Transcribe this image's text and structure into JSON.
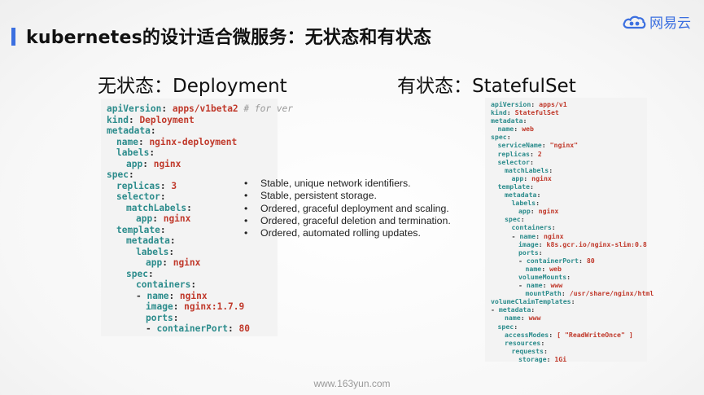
{
  "slide": {
    "title": "kubernetes的设计适合微服务：无状态和有状态",
    "logo_text": "网易云",
    "left_heading": "无状态：Deployment",
    "right_heading": "有状态：StatefulSet",
    "footer": "www.163yun.com"
  },
  "deployment_yaml": [
    {
      "indent": 0,
      "key": "apiVersion",
      "value": "apps/v1beta2",
      "comment": "# for ver"
    },
    {
      "indent": 0,
      "key": "kind",
      "value": "Deployment"
    },
    {
      "indent": 0,
      "key": "metadata",
      "value": ""
    },
    {
      "indent": 1,
      "key": "name",
      "value": "nginx-deployment"
    },
    {
      "indent": 1,
      "key": "labels",
      "value": ""
    },
    {
      "indent": 2,
      "key": "app",
      "value": "nginx"
    },
    {
      "indent": 0,
      "key": "spec",
      "value": ""
    },
    {
      "indent": 1,
      "key": "replicas",
      "value": "3"
    },
    {
      "indent": 1,
      "key": "selector",
      "value": ""
    },
    {
      "indent": 2,
      "key": "matchLabels",
      "value": ""
    },
    {
      "indent": 3,
      "key": "app",
      "value": "nginx"
    },
    {
      "indent": 1,
      "key": "template",
      "value": ""
    },
    {
      "indent": 2,
      "key": "metadata",
      "value": ""
    },
    {
      "indent": 3,
      "key": "labels",
      "value": ""
    },
    {
      "indent": 4,
      "key": "app",
      "value": "nginx"
    },
    {
      "indent": 2,
      "key": "spec",
      "value": ""
    },
    {
      "indent": 3,
      "key": "containers",
      "value": ""
    },
    {
      "indent": 3,
      "dash": true,
      "key": "name",
      "value": "nginx"
    },
    {
      "indent": 4,
      "key": "image",
      "value": "nginx:1.7.9"
    },
    {
      "indent": 4,
      "key": "ports",
      "value": ""
    },
    {
      "indent": 4,
      "dash": true,
      "key": "containerPort",
      "value": "80"
    }
  ],
  "statefulset_yaml": [
    {
      "indent": 0,
      "key": "apiVersion",
      "value": "apps/v1"
    },
    {
      "indent": 0,
      "key": "kind",
      "value": "StatefulSet"
    },
    {
      "indent": 0,
      "key": "metadata",
      "value": ""
    },
    {
      "indent": 1,
      "key": "name",
      "value": "web"
    },
    {
      "indent": 0,
      "key": "spec",
      "value": ""
    },
    {
      "indent": 1,
      "key": "serviceName",
      "value": "\"nginx\""
    },
    {
      "indent": 1,
      "key": "replicas",
      "value": "2"
    },
    {
      "indent": 1,
      "key": "selector",
      "value": ""
    },
    {
      "indent": 2,
      "key": "matchLabels",
      "value": ""
    },
    {
      "indent": 3,
      "key": "app",
      "value": "nginx"
    },
    {
      "indent": 1,
      "key": "template",
      "value": ""
    },
    {
      "indent": 2,
      "key": "metadata",
      "value": ""
    },
    {
      "indent": 3,
      "key": "labels",
      "value": ""
    },
    {
      "indent": 4,
      "key": "app",
      "value": "nginx"
    },
    {
      "indent": 2,
      "key": "spec",
      "value": ""
    },
    {
      "indent": 3,
      "key": "containers",
      "value": ""
    },
    {
      "indent": 3,
      "dash": true,
      "key": "name",
      "value": "nginx"
    },
    {
      "indent": 4,
      "key": "image",
      "value": "k8s.gcr.io/nginx-slim:0.8"
    },
    {
      "indent": 4,
      "key": "ports",
      "value": ""
    },
    {
      "indent": 4,
      "dash": true,
      "key": "containerPort",
      "value": "80"
    },
    {
      "indent": 5,
      "key": "name",
      "value": "web"
    },
    {
      "indent": 4,
      "key": "volumeMounts",
      "value": ""
    },
    {
      "indent": 4,
      "dash": true,
      "key": "name",
      "value": "www"
    },
    {
      "indent": 5,
      "key": "mountPath",
      "value": "/usr/share/nginx/html"
    },
    {
      "indent": 0,
      "key": "volumeClaimTemplates",
      "value": ""
    },
    {
      "indent": 0,
      "dash": true,
      "key": "metadata",
      "value": ""
    },
    {
      "indent": 2,
      "key": "name",
      "value": "www"
    },
    {
      "indent": 1,
      "key": "spec",
      "value": ""
    },
    {
      "indent": 2,
      "key": "accessModes",
      "value": "[ \"ReadWriteOnce\" ]"
    },
    {
      "indent": 2,
      "key": "resources",
      "value": ""
    },
    {
      "indent": 3,
      "key": "requests",
      "value": ""
    },
    {
      "indent": 4,
      "key": "storage",
      "value": "1Gi"
    }
  ],
  "statefulset_features": [
    "Stable, unique network identifiers.",
    "Stable, persistent storage.",
    "Ordered, graceful deployment and scaling.",
    "Ordered, graceful deletion and termination.",
    "Ordered, automated rolling updates."
  ]
}
